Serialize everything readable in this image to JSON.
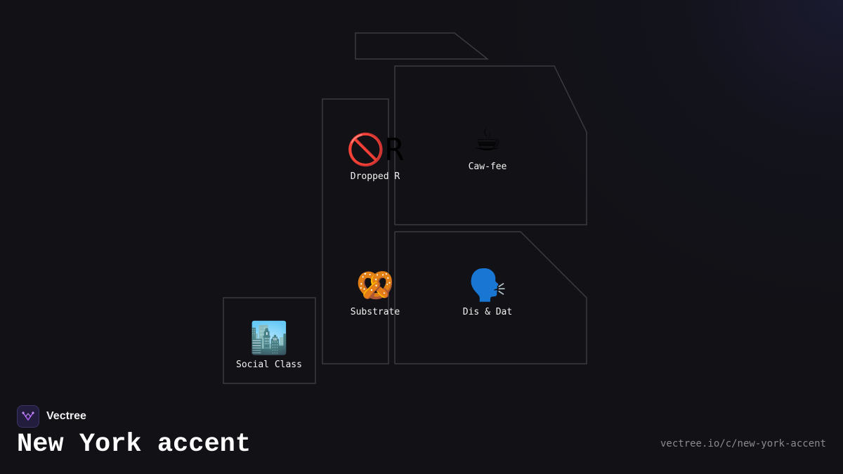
{
  "brand": {
    "name": "Vectree",
    "logo_icon": "tree-icon",
    "logo_color": "#a35ce8"
  },
  "title": "New York accent",
  "url": "vectree.io/c/new-york-accent",
  "nodes": [
    {
      "label": "Dropped R",
      "emoji": "🚫",
      "letter": "R",
      "icon": "prohibited-r-icon"
    },
    {
      "label": "Caw-fee",
      "emoji": "☕",
      "icon": "coffee-icon"
    },
    {
      "label": "Substrate",
      "emoji": "🥨",
      "icon": "pretzel-icon"
    },
    {
      "label": "Dis & Dat",
      "emoji": "🗣️",
      "icon": "speaking-head-icon"
    },
    {
      "label": "Social Class",
      "emoji": "🏙️",
      "icon": "cityscape-icon"
    }
  ],
  "colors": {
    "background": "#111116",
    "region_stroke": "#3a3a40",
    "label_text": "#f2f2f2",
    "url_text": "#8a8a90"
  }
}
